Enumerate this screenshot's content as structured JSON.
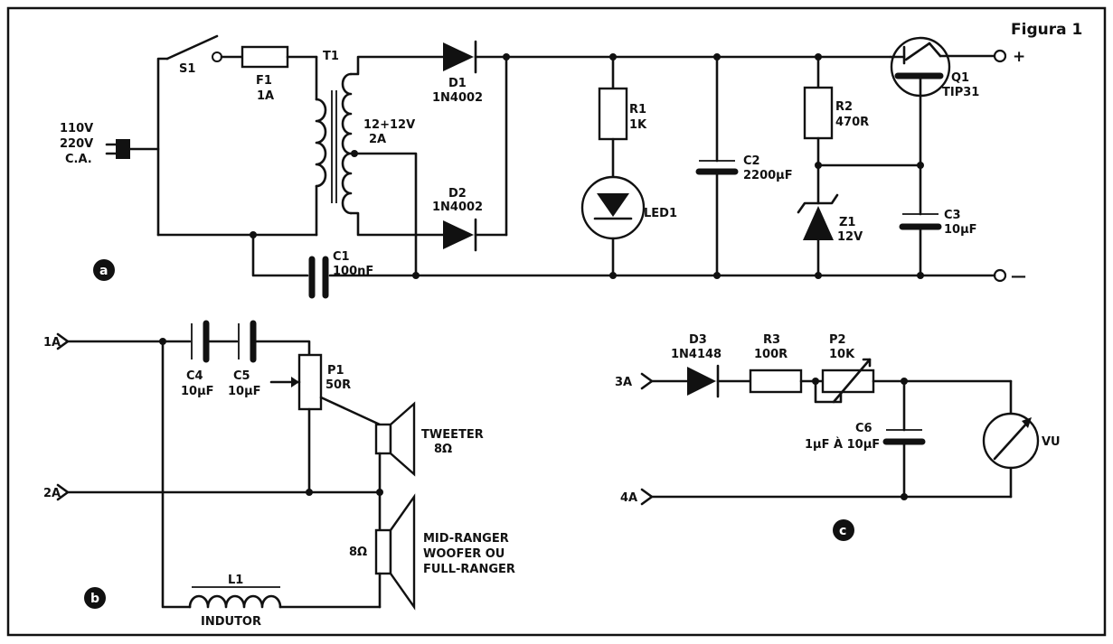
{
  "figure_title": "Figura 1",
  "section_a": {
    "badge": "a",
    "mains": [
      "110V",
      "220V",
      "C.A."
    ],
    "s1": "S1",
    "f1": [
      "F1",
      "1A"
    ],
    "t1": [
      "T1",
      "12+12V",
      "2A"
    ],
    "d1": [
      "D1",
      "1N4002"
    ],
    "d2": [
      "D2",
      "1N4002"
    ],
    "r1": [
      "R1",
      "1K"
    ],
    "led1": "LED1",
    "c2": [
      "C2",
      "2200µF"
    ],
    "r2": [
      "R2",
      "470R"
    ],
    "z1": [
      "Z1",
      "12V"
    ],
    "q1": [
      "Q1",
      "TIP31"
    ],
    "c3": [
      "C3",
      "10µF"
    ],
    "c1": [
      "C1",
      "100nF"
    ],
    "out_plus": "+",
    "out_minus": "—"
  },
  "section_b": {
    "badge": "b",
    "in1": "1A",
    "in2": "2A",
    "c4": [
      "C4",
      "10µF"
    ],
    "c5": [
      "C5",
      "10µF"
    ],
    "p1": [
      "P1",
      "50R"
    ],
    "tweeter": [
      "TWEETER",
      "8Ω"
    ],
    "woofer_ohm": "8Ω",
    "woofer": [
      "MID-RANGER",
      "WOOFER OU",
      "FULL-RANGER"
    ],
    "l1": [
      "L1",
      "INDUTOR"
    ]
  },
  "section_c": {
    "badge": "c",
    "in3": "3A",
    "in4": "4A",
    "d3": [
      "D3",
      "1N4148"
    ],
    "r3": [
      "R3",
      "100R"
    ],
    "p2": [
      "P2",
      "10K"
    ],
    "c6": [
      "C6",
      "1µF À 10µF"
    ],
    "vu": "VU"
  }
}
